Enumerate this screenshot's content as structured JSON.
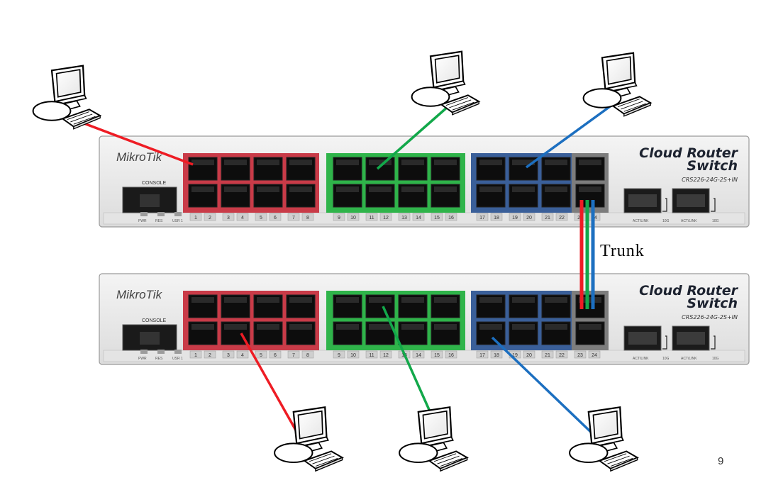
{
  "trunk_label": "Trunk",
  "page_number": "9",
  "switches": [
    {
      "brand": "MikroTik",
      "product_line1": "Cloud Router",
      "product_line2": "Switch",
      "model": "CRS226-24G-2S+IN",
      "console_label": "CONSOLE",
      "led_labels": [
        "PWR",
        "RES",
        "USR 1"
      ],
      "port_numbers": [
        "1",
        "2",
        "3",
        "4",
        "5",
        "6",
        "7",
        "8",
        "9",
        "10",
        "11",
        "12",
        "13",
        "14",
        "15",
        "16",
        "17",
        "18",
        "19",
        "20",
        "21",
        "22",
        "23",
        "24"
      ],
      "sfp_labels": [
        "ACT/LINK",
        "10G",
        "ACT/LINK",
        "10G"
      ]
    },
    {
      "brand": "MikroTik",
      "product_line1": "Cloud Router",
      "product_line2": "Switch",
      "model": "CRS226-24G-2S+IN",
      "console_label": "CONSOLE",
      "led_labels": [
        "PWR",
        "RES",
        "USR 1"
      ],
      "port_numbers": [
        "1",
        "2",
        "3",
        "4",
        "5",
        "6",
        "7",
        "8",
        "9",
        "10",
        "11",
        "12",
        "13",
        "14",
        "15",
        "16",
        "17",
        "18",
        "19",
        "20",
        "21",
        "22",
        "23",
        "24"
      ],
      "sfp_labels": [
        "ACT/LINK",
        "10G",
        "ACT/LINK",
        "10G"
      ]
    }
  ],
  "vlan_colors": {
    "red": "#ee1c24",
    "green": "#12a84a",
    "blue": "#1c6fc0"
  },
  "port_group_colors": {
    "red": "#c93b48",
    "green": "#2fb44a",
    "blue": "#3a5f99",
    "gray": "#7d7d7d"
  }
}
